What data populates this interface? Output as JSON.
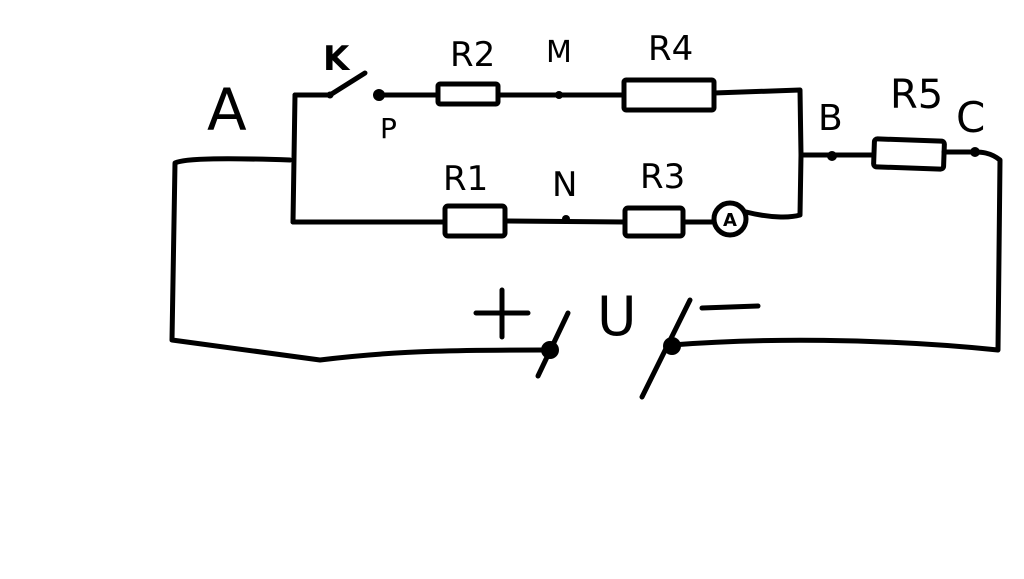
{
  "diagram": {
    "type": "circuit",
    "nodes": {
      "A": "A",
      "B": "B",
      "C": "C",
      "M": "M",
      "N": "N",
      "P": "P"
    },
    "components": {
      "switch": "K",
      "R1": "R1",
      "R2": "R2",
      "R3": "R3",
      "R4": "R4",
      "R5": "R5",
      "ammeter": "A"
    },
    "source": {
      "voltage": "U",
      "positive": "+",
      "negative": "−"
    }
  }
}
